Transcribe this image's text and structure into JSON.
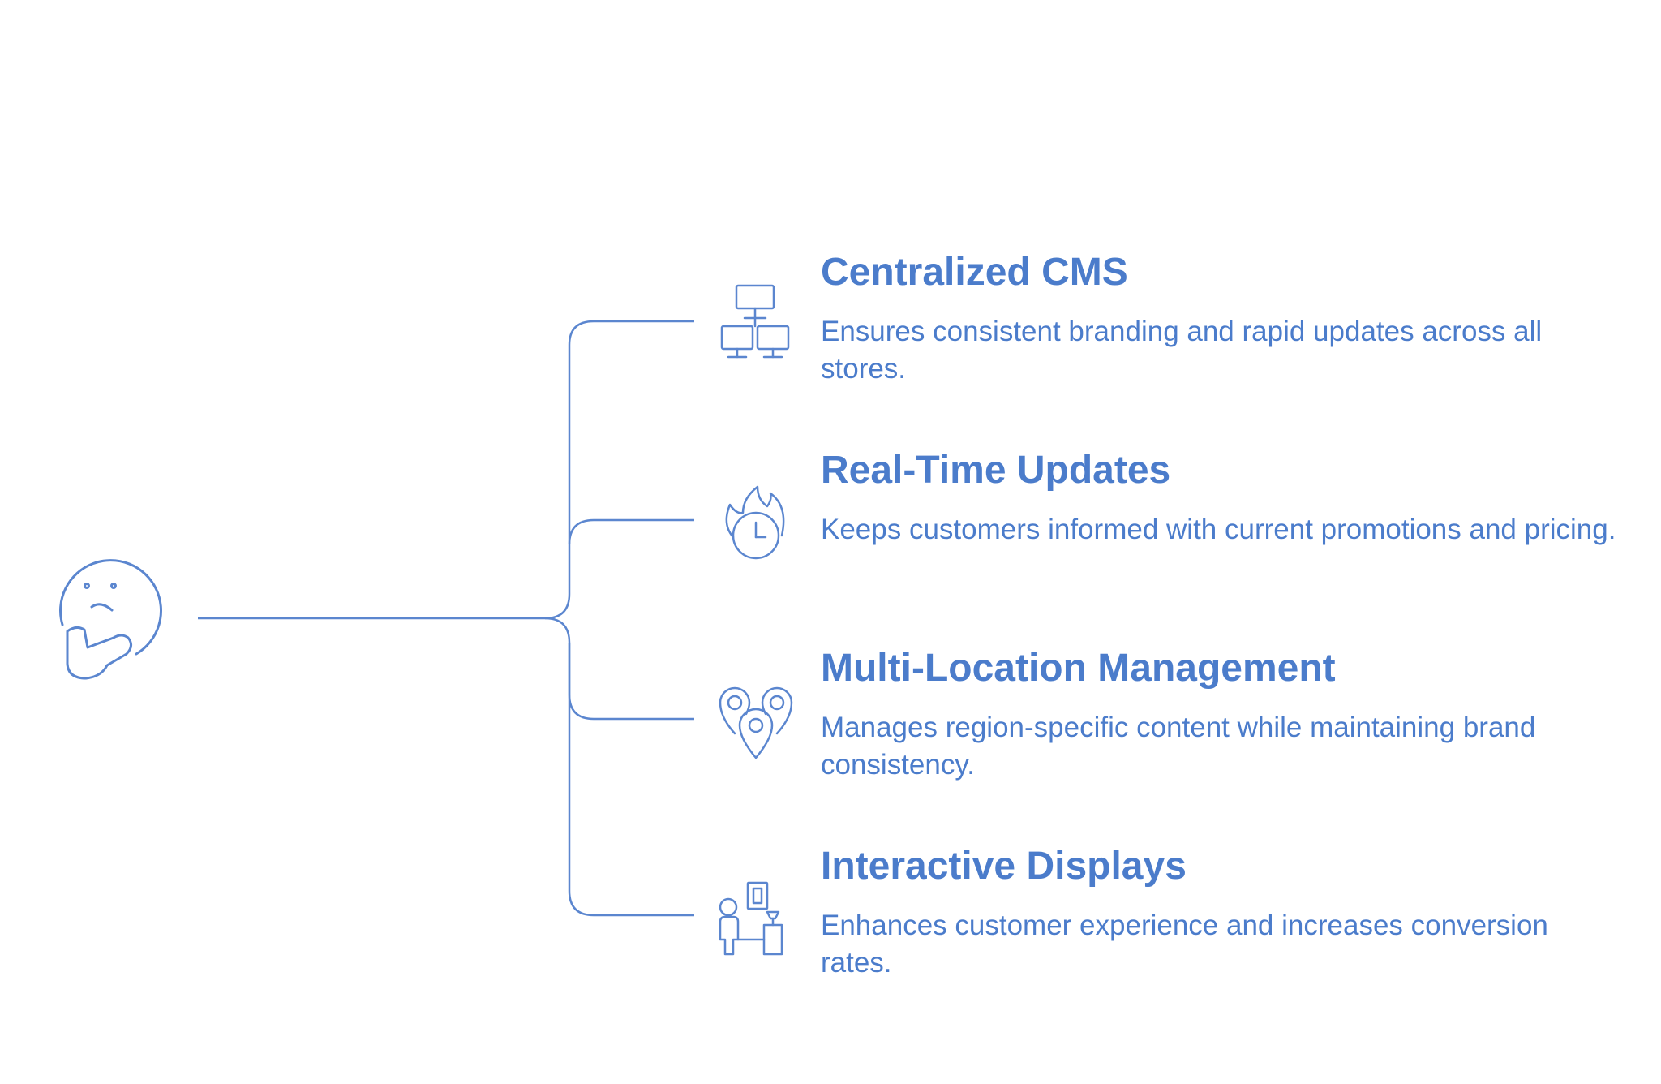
{
  "diagram": {
    "root_icon": "thinking-face-icon",
    "accent_color": "#4b7ccb",
    "line_color": "#5b86cf",
    "branches": [
      {
        "title": "Centralized CMS",
        "description": "Ensures consistent branding and rapid updates across all stores.",
        "icon": "networked-computers-icon"
      },
      {
        "title": "Real-Time Updates",
        "description": "Keeps customers informed with current promotions and pricing.",
        "icon": "flaming-clock-icon"
      },
      {
        "title": "Multi-Location Management",
        "description": "Manages region-specific content while maintaining brand consistency.",
        "icon": "map-pins-icon"
      },
      {
        "title": "Interactive Displays",
        "description": "Enhances customer experience and increases conversion rates.",
        "icon": "person-at-kiosk-icon"
      }
    ]
  }
}
